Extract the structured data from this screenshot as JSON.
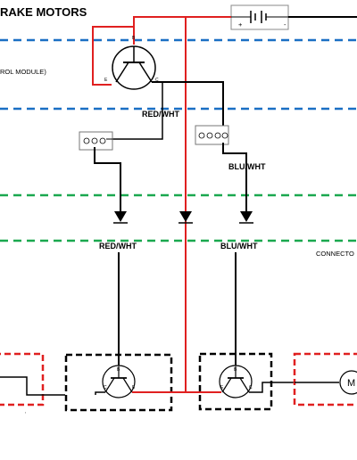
{
  "diagram": {
    "title": "RAKE MOTORS",
    "control_module_label": "ROL MODULE)",
    "connector_label": "CONNECTO",
    "wire_labels": {
      "upper_red_wht": "RED/WHT",
      "upper_blu_wht": "BLU/WHT",
      "lower_red_wht": "RED/WHT",
      "lower_blu_wht": "BLU/WHT"
    },
    "battery_symbols": {
      "plus": "+",
      "minus": "-"
    },
    "motor_symbol": "M",
    "transistor_pins": {
      "base": "B",
      "emitter": "E",
      "collector": "C"
    },
    "colors": {
      "wire_red": "#e02020",
      "wire_black": "#000000",
      "divider_blue": "#1a6fc4",
      "divider_green": "#1aa84f",
      "box_red": "#e02020",
      "box_black": "#000000"
    }
  }
}
